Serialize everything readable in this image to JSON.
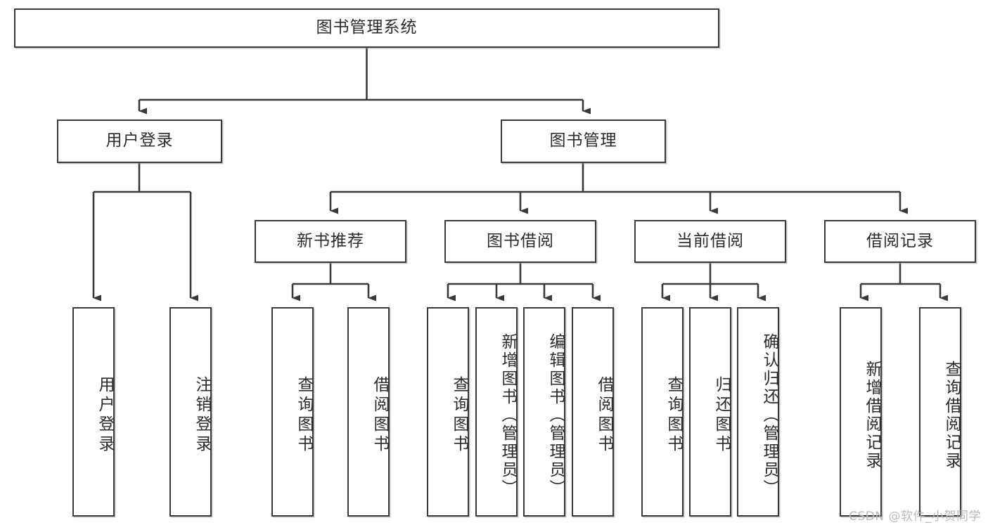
{
  "diagram": {
    "title": "图书管理系统",
    "type": "tree-hierarchy-diagram",
    "watermark": "CSDN @软件_小贺同学",
    "colors": {
      "box_border": "#3a3a3a",
      "box_fill": "#ffffff",
      "text": "#2b2b2b",
      "connector": "#3a3a3a",
      "watermark": "#b9b9b9",
      "background": "#ffffff"
    },
    "nodes": {
      "root": {
        "label": "图书管理系统"
      },
      "level2": [
        {
          "label": "用户登录"
        },
        {
          "label": "图书管理"
        }
      ],
      "level3": [
        {
          "label": "新书推荐"
        },
        {
          "label": "图书借阅"
        },
        {
          "label": "当前借阅"
        },
        {
          "label": "借阅记录"
        }
      ],
      "leaves": {
        "user_login": [
          {
            "label": "用户登录"
          },
          {
            "label": "注销登录"
          }
        ],
        "new_book_recommend": [
          {
            "label": "查询图书"
          },
          {
            "label": "借阅图书"
          }
        ],
        "book_borrow": [
          {
            "label": "查询图书"
          },
          {
            "label": "新增图书（管理员）"
          },
          {
            "label": "编辑图书（管理员）"
          },
          {
            "label": "借阅图书"
          }
        ],
        "current_borrow": [
          {
            "label": "查询图书"
          },
          {
            "label": "归还图书"
          },
          {
            "label": "确认归还（管理员）"
          }
        ],
        "borrow_record": [
          {
            "label": "新增借阅记录"
          },
          {
            "label": "查询借阅记录"
          }
        ]
      }
    }
  }
}
